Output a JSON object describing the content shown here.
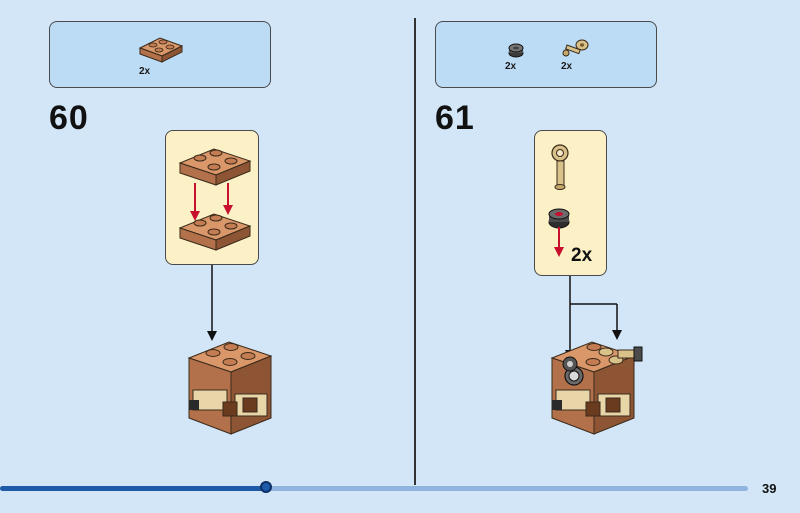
{
  "steps": [
    {
      "number": "60",
      "parts": [
        {
          "name": "plate-2x2",
          "qty": "2x"
        }
      ]
    },
    {
      "number": "61",
      "parts": [
        {
          "name": "round-plate-1x1",
          "qty": "2x"
        },
        {
          "name": "clip-bar-piece",
          "qty": "2x"
        }
      ],
      "callout_multiplier": "2x"
    }
  ],
  "page_number": "39",
  "progress": {
    "fraction": 0.355
  },
  "colors": {
    "background": "#d3e6f8",
    "parts_box": "#bcdbf4",
    "callout": "#fbf0c6",
    "arrow": "#c8102e",
    "brick": "#c47d52",
    "progress": "#1d5aa8"
  }
}
